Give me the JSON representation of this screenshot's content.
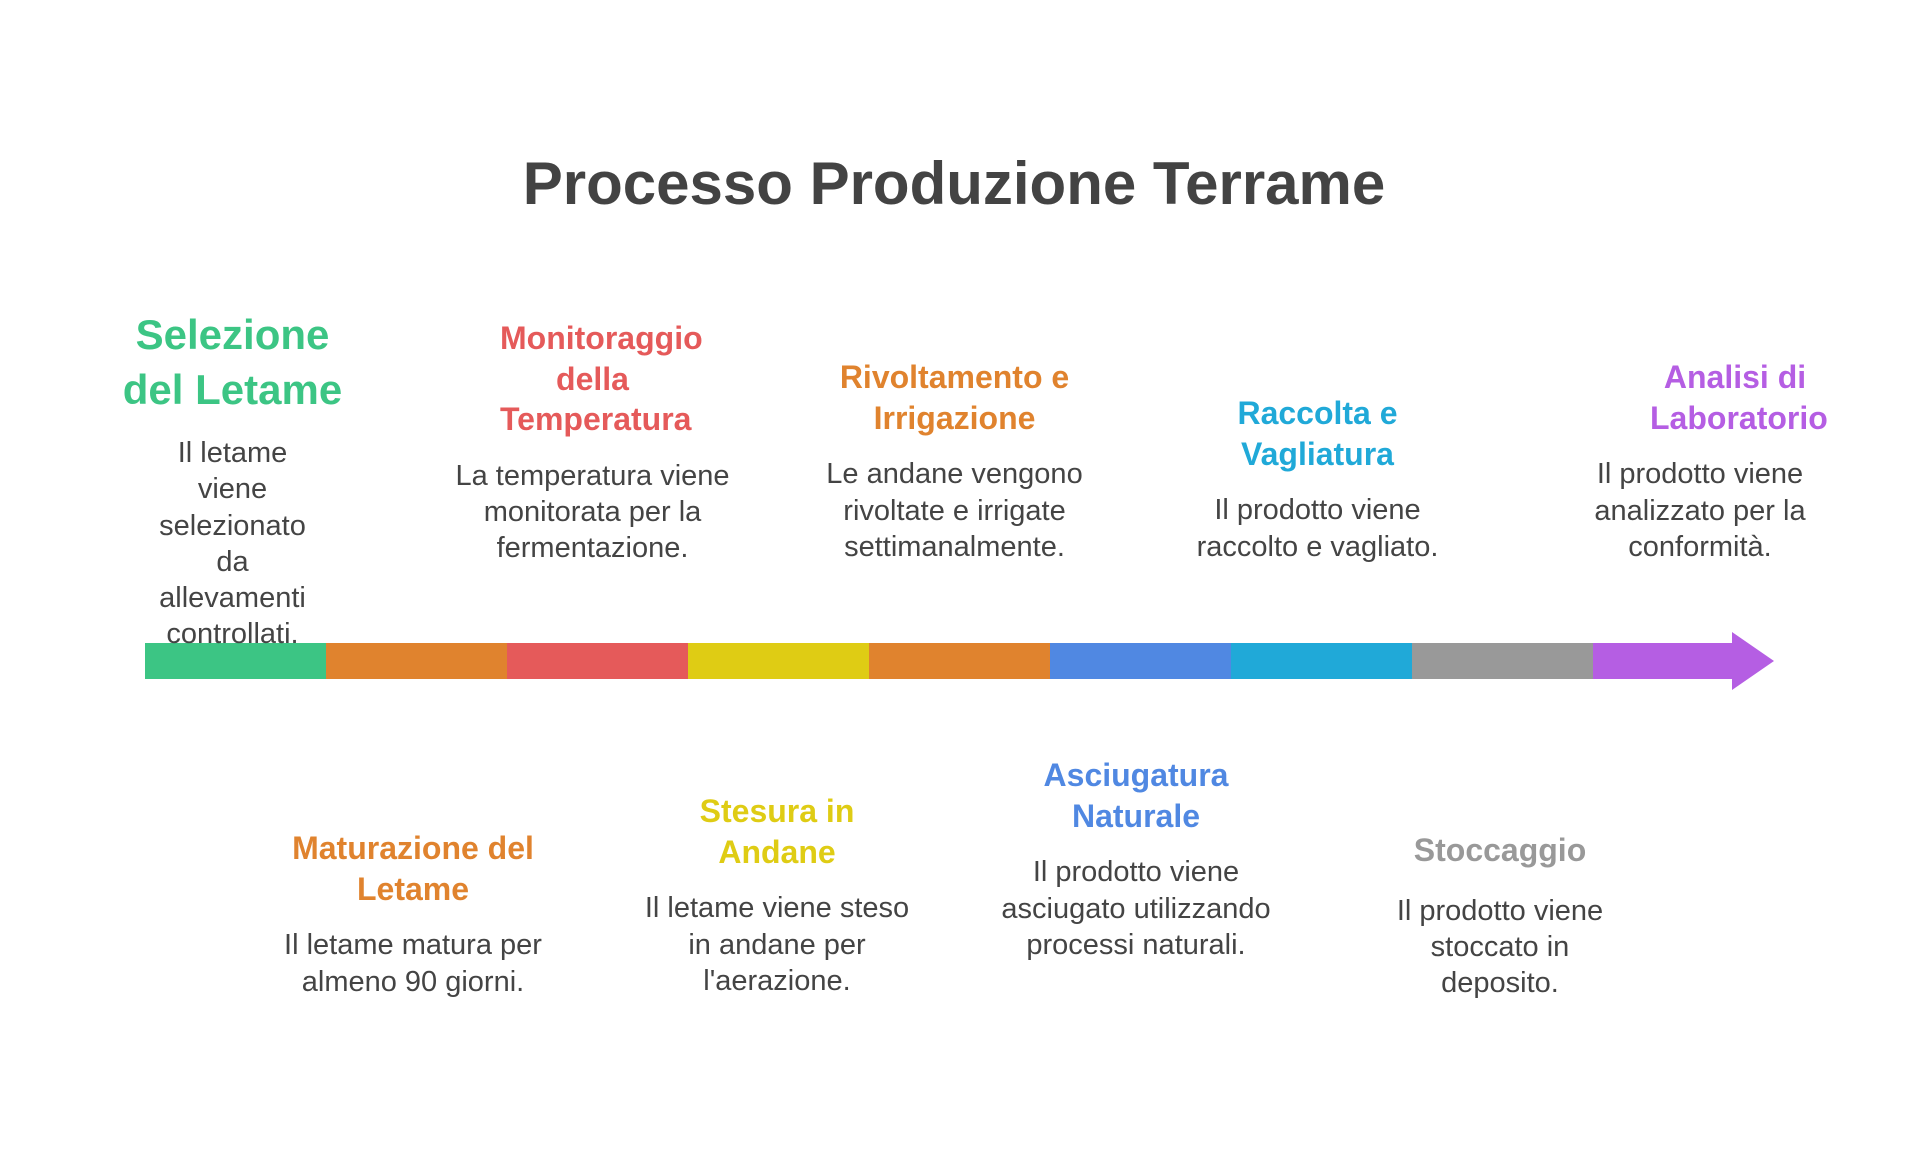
{
  "title": "Processo Produzione Terrame",
  "colors": {
    "green": "#3cc584",
    "orange": "#e0832e",
    "red": "#e55a5a",
    "yellow": "#dfcc14",
    "blue": "#5088e2",
    "cyan": "#20a9d8",
    "gray": "#999999",
    "purple": "#b55ee3",
    "title": "#434343",
    "text": "#444444"
  },
  "steps": [
    {
      "title": "Selezione del Letame",
      "description": "Il letame viene selezionato da allevamenti controllati.",
      "color": "#3cc584",
      "position": "top"
    },
    {
      "title": "Maturazione del Letame",
      "description": "Il letame matura per almeno 90 giorni.",
      "color": "#e0832e",
      "position": "bottom"
    },
    {
      "title": "Monitoraggio della Temperatura",
      "description": "La temperatura viene monitorata per la fermentazione.",
      "color": "#e55a5a",
      "position": "top"
    },
    {
      "title": "Stesura in Andane",
      "description": "Il letame viene steso in andane per l'aerazione.",
      "color": "#dfcc14",
      "position": "bottom"
    },
    {
      "title": "Rivoltamento e Irrigazione",
      "description": "Le andane vengono rivoltate e irrigate settimanalmente.",
      "color": "#e0832e",
      "position": "top"
    },
    {
      "title": "Asciugatura Naturale",
      "description": "Il prodotto viene asciugato utilizzando processi naturali.",
      "color": "#5088e2",
      "position": "bottom"
    },
    {
      "title": "Raccolta e Vagliatura",
      "description": "Il prodotto viene raccolto e vagliato.",
      "color": "#20a9d8",
      "position": "top"
    },
    {
      "title": "Stoccaggio",
      "description": "Il prodotto viene stoccato in deposito.",
      "color": "#999999",
      "position": "bottom"
    },
    {
      "title": "Analisi di Laboratorio",
      "description": "Il prodotto viene analizzato per la conformità.",
      "color": "#b55ee3",
      "position": "top"
    }
  ]
}
